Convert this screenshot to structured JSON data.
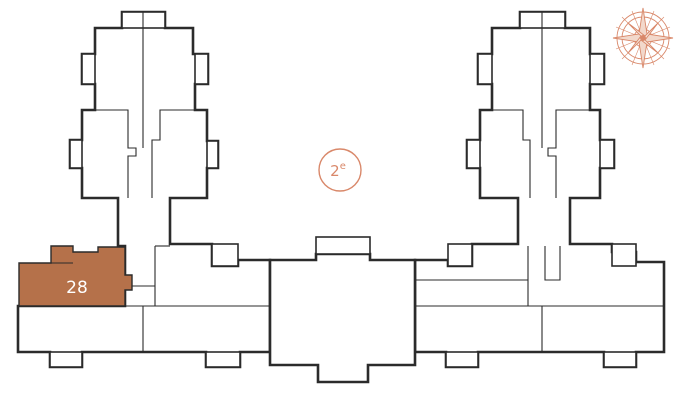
{
  "floor": {
    "number": "2",
    "suffix": "e"
  },
  "highlighted_unit": {
    "label": "28"
  },
  "colors": {
    "highlight": "#b5714a",
    "accent": "#d9886a",
    "wall": "#2b2b2b",
    "background": "#ffffff"
  },
  "compass": {
    "icon": "compass-rose-icon"
  }
}
